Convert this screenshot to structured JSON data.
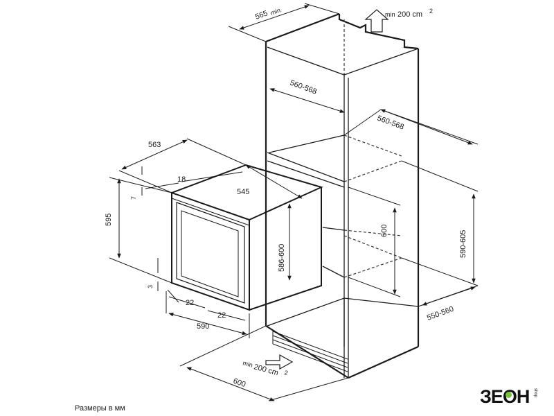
{
  "labels": {
    "cab_depth_min": "565",
    "cab_depth_min_sub": "min",
    "vent_top_min": "min",
    "vent_top_value": "200 cm",
    "vent_top_sup": "2",
    "opening_depth_top": "560-568",
    "opening_depth_side": "560-568",
    "opening_height": "590-605",
    "inner_height": "600",
    "opening_width": "550-560",
    "oven_depth_top": "563",
    "oven_height": "595",
    "oven_offset_7": "7",
    "oven_offset_18": "18",
    "oven_body_width": "545",
    "oven_body_height": "586-600",
    "oven_offset_3": "3",
    "oven_side_22a": "22",
    "oven_side_22b": "22",
    "oven_width": "590",
    "vent_bottom_min": "min",
    "vent_bottom_value": "200 cm",
    "vent_bottom_sup": "2",
    "cab_width": "600"
  },
  "caption": "Размеры в мм",
  "logo": {
    "main": "ЗЕОН",
    "side": "shop"
  },
  "colors": {
    "line": "#1a1a1a",
    "dash": "#333333",
    "logo_accent": "#7cc242"
  }
}
